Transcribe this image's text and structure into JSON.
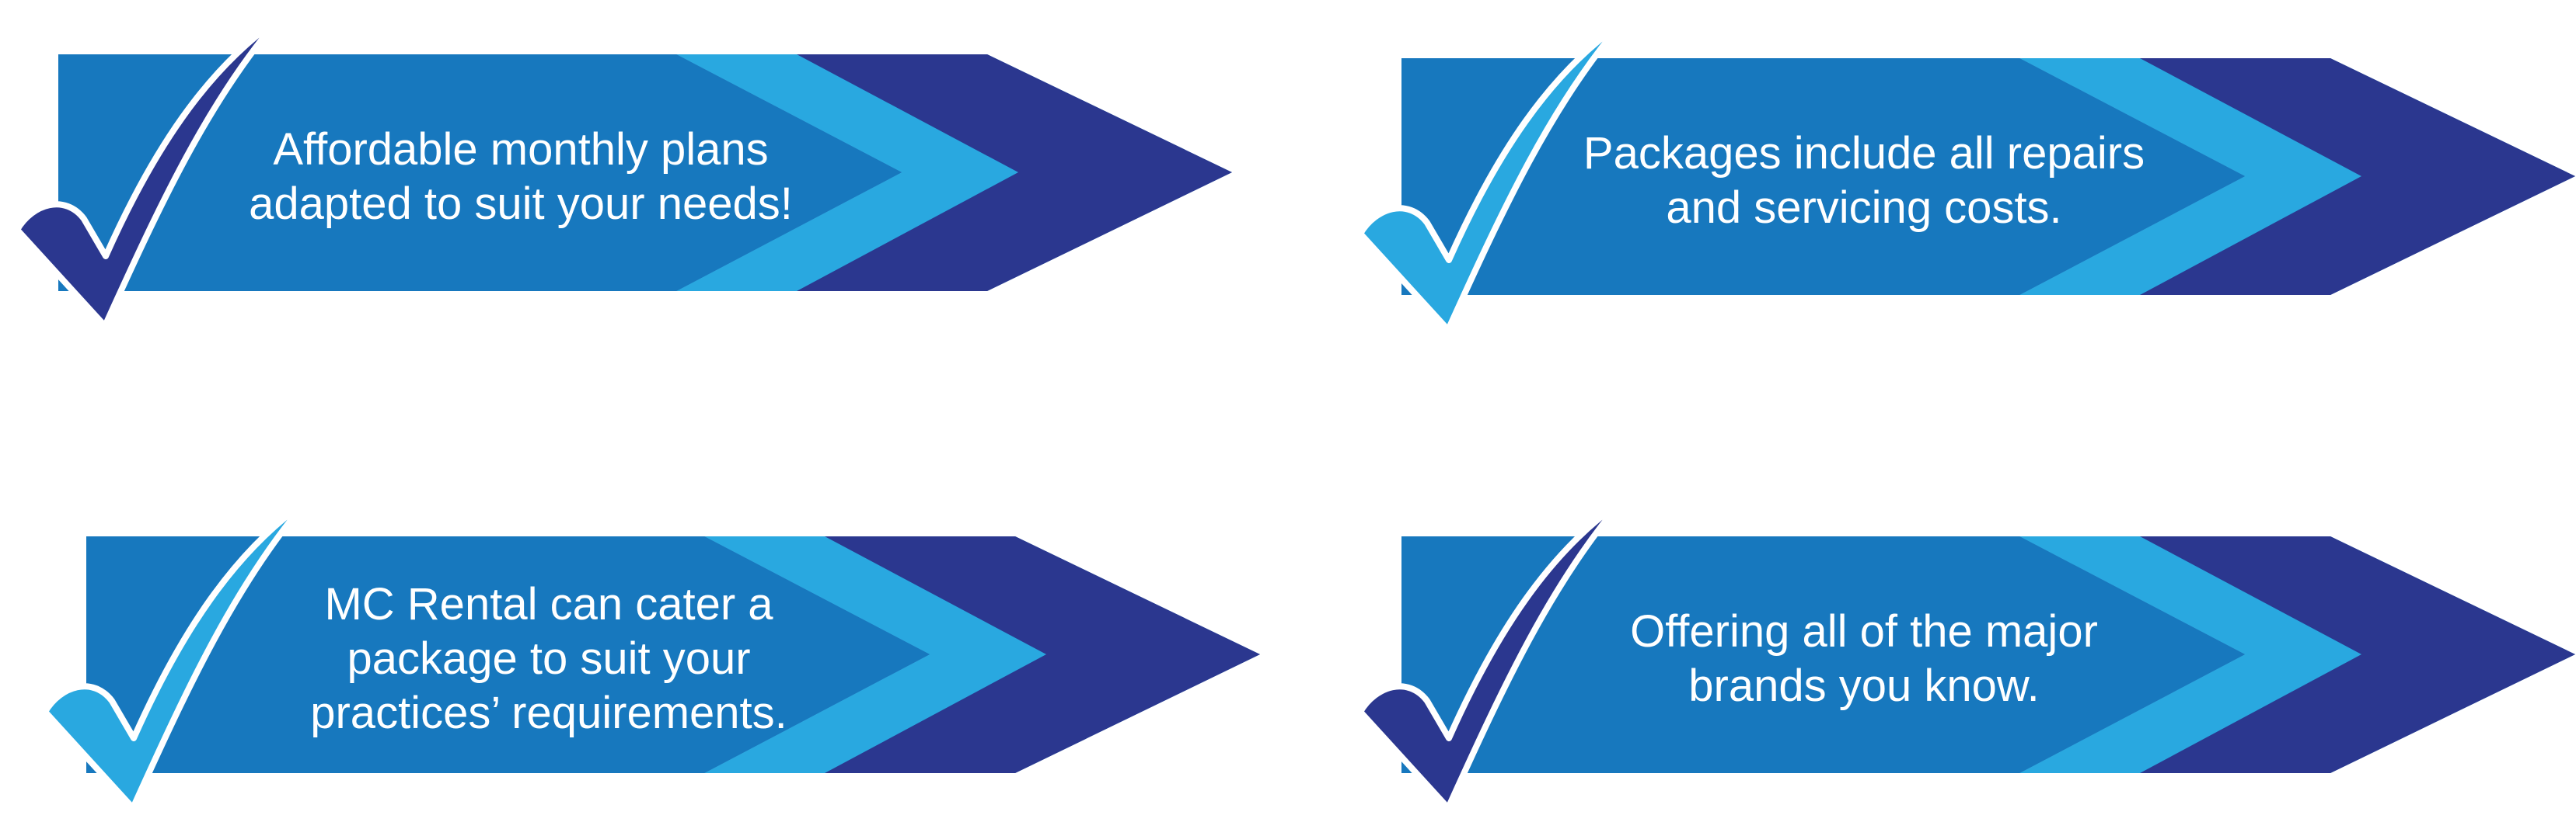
{
  "colors": {
    "panel_blue": "#1778be",
    "light_blue": "#29a8e0",
    "navy": "#2b378f",
    "text": "#ffffff"
  },
  "banners": [
    {
      "check_color": "#2b378f",
      "lines": [
        "Affordable monthly plans",
        "adapted to suit your needs!"
      ]
    },
    {
      "check_color": "#29a8e0",
      "lines": [
        "Packages include all repairs",
        "and servicing costs."
      ]
    },
    {
      "check_color": "#29a8e0",
      "lines": [
        "MC Rental can cater a",
        "package to suit your",
        "practices’ requirements."
      ]
    },
    {
      "check_color": "#2b378f",
      "lines": [
        "Offering all of the major",
        "brands you know."
      ]
    }
  ]
}
